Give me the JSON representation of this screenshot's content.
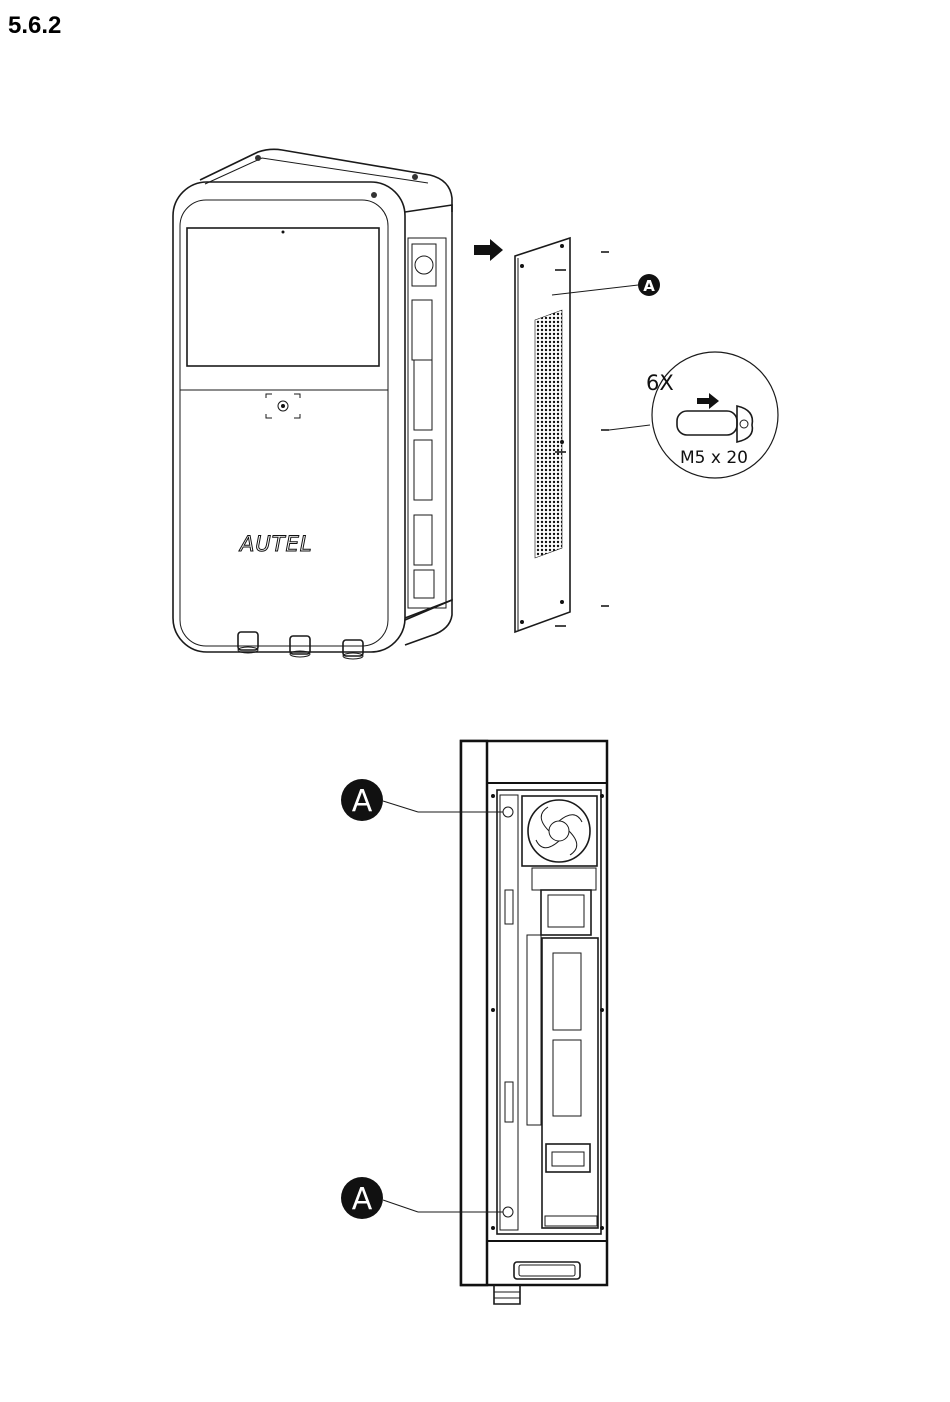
{
  "section": {
    "number": "5.6.2"
  },
  "figure_top": {
    "brand_logo": "AUTEL",
    "callout": "A",
    "screw_quantity": "6X",
    "screw_spec": "M5 x 20",
    "icons": [
      "arrow-right-icon",
      "screw-icon"
    ]
  },
  "figure_bottom": {
    "callout_upper": "A",
    "callout_lower": "A",
    "icons": [
      "fan-icon"
    ]
  }
}
